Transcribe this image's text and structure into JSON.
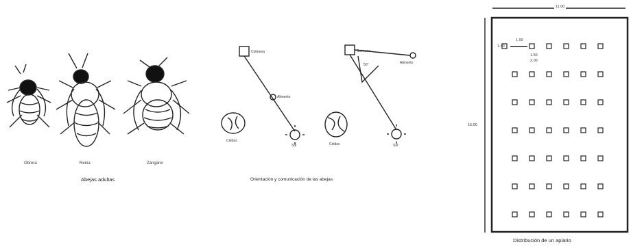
{
  "bees": {
    "labels": [
      "Obrera",
      "Reina",
      "Zángano"
    ],
    "caption": "Abejas adultas"
  },
  "communication": {
    "hive_label": "Colmena",
    "food_label": "Alimento",
    "food_label_2": "Alimento",
    "hive_label_2": "Colmena",
    "angle_label": "50°",
    "comb_label": "Celdas",
    "comb_label_2": "Celdas",
    "sun_label": "Sol",
    "sun_label_2": "Sol",
    "caption": "Orientación y comunicación de las abejas"
  },
  "apiary": {
    "width_label": "11.00",
    "height_label": "15.00",
    "spacing_h_label": "1.00",
    "edge_label": "1.00",
    "spacing_v_label": "1.50",
    "spacing_v_label_2": "2.00",
    "hive_grid": {
      "rows": 7,
      "cols": 6
    },
    "caption": "Distribución de un apiario"
  }
}
